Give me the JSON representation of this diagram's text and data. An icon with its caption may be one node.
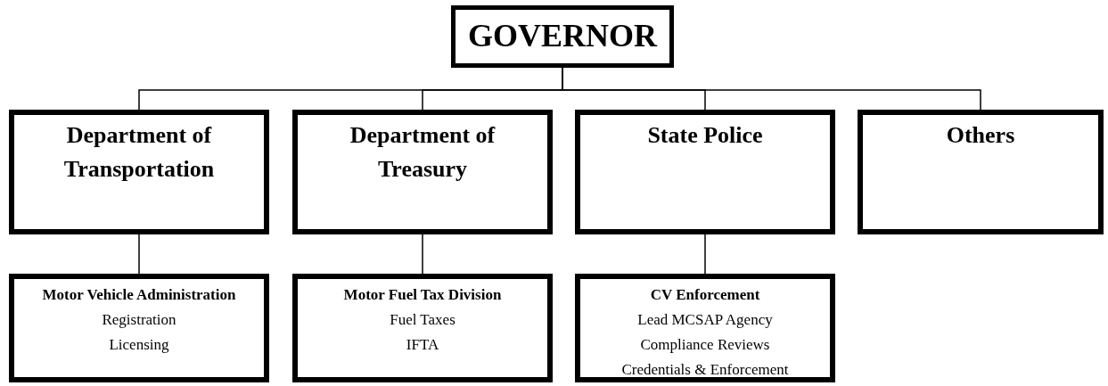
{
  "diagram": {
    "nodes": [
      {
        "text": [
          "GOVERNOR"
        ]
      },
      {
        "text": [
          "Department of Transportation"
        ]
      },
      {
        "text": [
          "Department of Treasury"
        ]
      },
      {
        "text": [
          "State Police"
        ]
      },
      {
        "text": [
          "Others"
        ]
      },
      {
        "text": [
          "Motor Vehicle Administration",
          "Registration",
          "Licensing"
        ]
      },
      {
        "text": [
          "Motor Fuel Tax Division",
          "Fuel Taxes",
          "IFTA"
        ]
      },
      {
        "text": [
          "CV Enforcement",
          "Lead MCSAP Agency",
          "Compliance Reviews",
          "Credentials & Enforcement"
        ]
      }
    ],
    "edges": [
      {
        "from": 0,
        "to": 1,
        "arrow": "none"
      },
      {
        "from": 0,
        "to": 2,
        "arrow": "none"
      },
      {
        "from": 0,
        "to": 3,
        "arrow": "none"
      },
      {
        "from": 0,
        "to": 4,
        "arrow": "none"
      },
      {
        "from": 1,
        "to": 5,
        "arrow": "none"
      },
      {
        "from": 2,
        "to": 6,
        "arrow": "none"
      },
      {
        "from": 3,
        "to": 7,
        "arrow": "none"
      }
    ]
  }
}
